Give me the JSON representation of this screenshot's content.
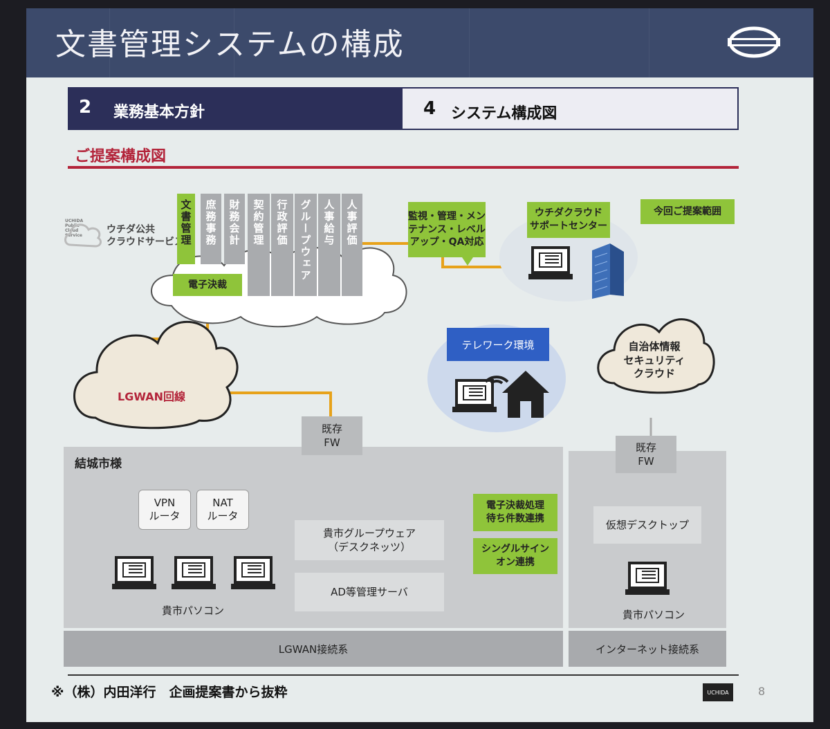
{
  "header": {
    "title": "文書管理システムの構成"
  },
  "sections": {
    "left": {
      "num": "2",
      "label": "業務基本方針"
    },
    "right": {
      "num": "4",
      "label": "システム構成図"
    }
  },
  "subtitle": "ご提案構成図",
  "cloud": {
    "brand_small": "UCHIDA\nPublic\nCloud\nService",
    "name": "ウチダ公共\nクラウドサービス",
    "columns": [
      "文書管理",
      "庶務事務",
      "財務会計",
      "契約管理",
      "行政評価",
      "グループウェア",
      "人事給与",
      "人事評価"
    ],
    "denshi_kessai": "電子決裁"
  },
  "maintenance": "監視・管理・メン\nテナンス・レベル\nアップ・QA対応",
  "support_center": "ウチダクラウド\nサポートセンター",
  "proposal_scope": "今回ご提案範囲",
  "telework": "テレワーク環境",
  "security_cloud": "自治体情報\nセキュリティ\nクラウド",
  "lgwan_line": "LGWAN回線",
  "fw_left": "既存\nFW",
  "fw_right": "既存\nFW",
  "city": {
    "name": "結城市様",
    "vpn": "VPN\nルータ",
    "nat": "NAT\nルータ",
    "groupware": "貴市グループウェア\n（デスクネッツ）",
    "ad_server": "AD等管理サーバ",
    "sync1": "電子決裁処理\n待ち件数連携",
    "sync2": "シングルサイン\nオン連携",
    "pc_label": "貴市パソコン"
  },
  "right_area": {
    "vdi": "仮想デスクトップ",
    "pc_label": "貴市パソコン"
  },
  "bottom": {
    "lgwan": "LGWAN接続系",
    "internet": "インターネット接続系"
  },
  "footer": {
    "note": "※（株）内田洋行　企画提案書から抜粋",
    "brand": "UCHIDA",
    "page": "8"
  },
  "colors": {
    "header": "#3c4a6b",
    "section_dark": "#2c2f59",
    "accent_red": "#b3243a",
    "green": "#8fc43a",
    "line_orange": "#e7a21a",
    "telework_blue": "#2f5fc4"
  }
}
